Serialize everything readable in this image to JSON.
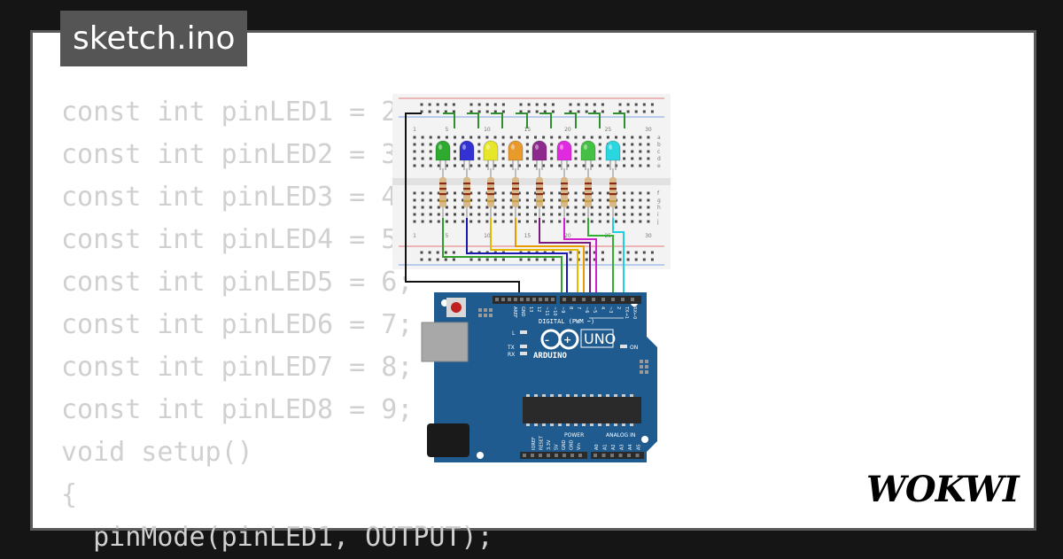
{
  "header": {
    "file_name": "sketch.ino"
  },
  "code_lines": [
    "const int pinLED1 = 2;",
    "const int pinLED2 = 3;",
    "const int pinLED3 = 4;",
    "const int pinLED4 = 5;",
    "const int pinLED5 = 6;",
    "const int pinLED6 = 7;",
    "const int pinLED7 = 8;",
    "const int pinLED8 = 9;",
    "void setup()",
    "{",
    "  pinMode(pinLED1, OUTPUT);"
  ],
  "breadboard": {
    "column_labels": [
      "1",
      "5",
      "10",
      "15",
      "20",
      "25",
      "30"
    ],
    "row_labels_top": [
      "a",
      "b",
      "c",
      "d",
      "e"
    ],
    "row_labels_bottom": [
      "f",
      "g",
      "h",
      "i",
      "j"
    ]
  },
  "leds": [
    {
      "color": "#2eaa2e"
    },
    {
      "color": "#3232d2"
    },
    {
      "color": "#e6e62a"
    },
    {
      "color": "#e89a2a"
    },
    {
      "color": "#8e2a8e"
    },
    {
      "color": "#e02ae0"
    },
    {
      "color": "#44c044"
    },
    {
      "color": "#2ad6e0"
    }
  ],
  "wire_colors": [
    "#2f9e2f",
    "#1a1ab0",
    "#e6b800",
    "#e69a00",
    "#7a1a7a",
    "#d020d0",
    "#2fb02f",
    "#20d0e0"
  ],
  "arduino": {
    "board_color": "#1f5b8f",
    "brand": "ARDUINO",
    "model": "UNO",
    "digital_label": "DIGITAL (PWM ~)",
    "top_pins": [
      "AREF",
      "GND",
      "13",
      "12",
      "~11",
      "~10",
      "~9",
      "8",
      "7",
      "~6",
      "~5",
      "4",
      "~3",
      "2",
      "TX→1",
      "RX←0"
    ],
    "power_label": "POWER",
    "power_pins": [
      "IOREF",
      "RESET",
      "3.3V",
      "5V",
      "GND",
      "GND",
      "Vin"
    ],
    "analog_label": "ANALOG IN",
    "analog_pins": [
      "A0",
      "A1",
      "A2",
      "A3",
      "A4",
      "A5"
    ],
    "led_l": "L",
    "led_tx": "TX",
    "led_rx": "RX",
    "led_on": "ON"
  },
  "brand": {
    "logo_text": "WOKWI"
  }
}
